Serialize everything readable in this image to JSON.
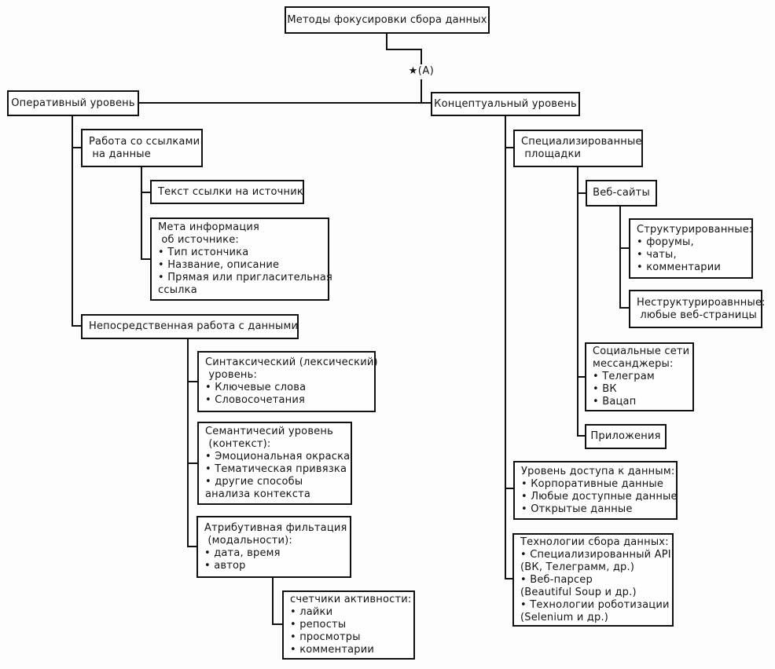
{
  "diagram": {
    "connector_label": "★(A)",
    "colors": {
      "line": "#111111",
      "box_fill": "#fefefe",
      "text": "#141414",
      "background": "#fdfdfd"
    },
    "nodes": {
      "root": {
        "lines": [
          "Методы фокусировки сбора данных"
        ]
      },
      "operational": {
        "lines": [
          "Оперативный уровень"
        ]
      },
      "work_links": {
        "lines": [
          "Работа со ссылками",
          " на данные"
        ]
      },
      "link_text": {
        "lines": [
          "Текст ссылки на источник"
        ]
      },
      "meta_info": {
        "lines": [
          "Мета информация",
          " об источнике:",
          "• Тип истончика",
          "• Название, описание",
          "• Прямая или пригласительная",
          "ссылка"
        ]
      },
      "direct_work": {
        "lines": [
          "Непосредственная работа с данными"
        ]
      },
      "syntactic": {
        "lines": [
          "Синтаксический (лексический)",
          " уровень:",
          "• Ключевые слова",
          "• Словосочетания"
        ]
      },
      "semantic": {
        "lines": [
          "Семантичесий уровень",
          " (контекст):",
          "• Эмоциональная окраска",
          "• Тематическая привязка",
          "• другие способы",
          "анализа контекста"
        ]
      },
      "attributive": {
        "lines": [
          "Атрибутивная фильтация",
          " (модальности):",
          "• дата, время",
          "• автор"
        ]
      },
      "counters": {
        "lines": [
          "счетчики активности:",
          "• лайки",
          "• репосты",
          "• просмотры",
          "• комментарии"
        ]
      },
      "conceptual": {
        "lines": [
          "Концептуальный уровень"
        ]
      },
      "specialized": {
        "lines": [
          "Специализированные",
          " площадки"
        ]
      },
      "websites": {
        "lines": [
          "Веб-сайты"
        ]
      },
      "structured": {
        "lines": [
          "Структурированные:",
          "• форумы,",
          "• чаты,",
          "• комментарии"
        ]
      },
      "unstructured": {
        "lines": [
          "Неструктурироавнные:",
          " любые веб-страницы"
        ]
      },
      "social": {
        "lines": [
          "Социальные сети",
          "мессанджеры:",
          "• Телеграм",
          "• ВК",
          "• Вацап"
        ]
      },
      "apps": {
        "lines": [
          "Приложения"
        ]
      },
      "access": {
        "lines": [
          "Уровень доступа к данным:",
          "• Корпоративные данные",
          "• Любые доступные данные",
          "• Открытые данные"
        ]
      },
      "technologies": {
        "lines": [
          "Технологии сбора данных:",
          "• Специализированный API",
          "(ВК, Телеграмм, др.)",
          "• Веб-парсер",
          "(Beautiful Soup и др.)",
          "• Технологии роботизации",
          "(Selenium и др.)"
        ]
      }
    }
  }
}
